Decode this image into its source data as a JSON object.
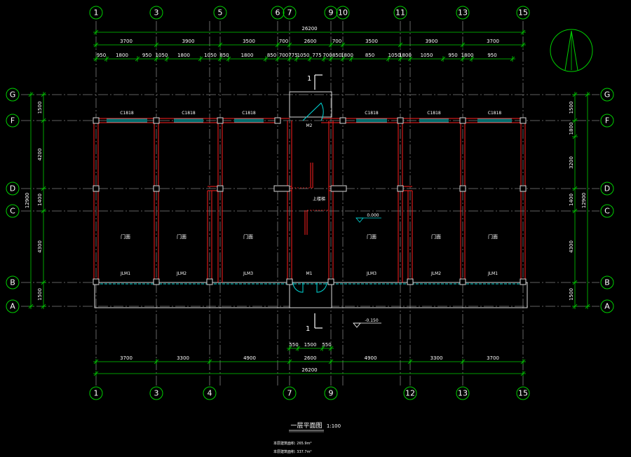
{
  "grid_top": [
    "1",
    "3",
    "5",
    "6",
    "7",
    "9",
    "10",
    "11",
    "13",
    "15"
  ],
  "grid_bottom": [
    "1",
    "3",
    "4",
    "7",
    "9",
    "12",
    "13",
    "15"
  ],
  "grid_rows": [
    "G",
    "F",
    "D",
    "C",
    "B",
    "A"
  ],
  "dims_top_total": "26200",
  "dims_top_mid": [
    "3700",
    "3900",
    "3500",
    "700",
    "2600",
    "700",
    "3500",
    "3900",
    "3700"
  ],
  "dims_top_detail": [
    "950",
    "1800",
    "950",
    "1050",
    "1800",
    "1050",
    "850",
    "1800",
    "850",
    "700",
    "775",
    "1050",
    "775",
    "700",
    "850",
    "1800",
    "850",
    "1050",
    "1800",
    "1050",
    "950",
    "1800",
    "950"
  ],
  "dims_bottom_small": [
    "550",
    "1500",
    "550"
  ],
  "dims_bottom_mid": [
    "3700",
    "3300",
    "4900",
    "2600",
    "4900",
    "3300",
    "3700"
  ],
  "dims_bottom_total": "26200",
  "dims_left": [
    "1500",
    "4200",
    "1400",
    "4300",
    "1500"
  ],
  "dims_left_total": "12900",
  "dims_right": [
    "1500",
    "1800",
    "3200",
    "1400",
    "4300",
    "1500"
  ],
  "dims_right_total": "12900",
  "windows_top": [
    "C1818",
    "C1818",
    "C1818",
    "C1818",
    "C1818",
    "C1818"
  ],
  "door_top_label": "M2",
  "stair_label": "上楼梯",
  "rooms": [
    "门面",
    "门面",
    "门面",
    "门面",
    "门面",
    "门面"
  ],
  "doors_front": [
    "JLM1",
    "JLM2",
    "JLM3",
    "M1",
    "JLM3",
    "JLM2",
    "JLM1"
  ],
  "elevation_floor": "0.000",
  "elevation_outside": "-0.150",
  "section_mark": "1",
  "title": "一层平面图",
  "scale": "1:100",
  "notes": [
    "本层建筑面积: 265.9m²",
    "本层建筑面积: 337.7m²"
  ],
  "colors": {
    "grid": "#00d000",
    "wall": "#ff2020",
    "window": "#00d8d8",
    "axis": "#7f7f7f",
    "text": "#ffffff"
  }
}
